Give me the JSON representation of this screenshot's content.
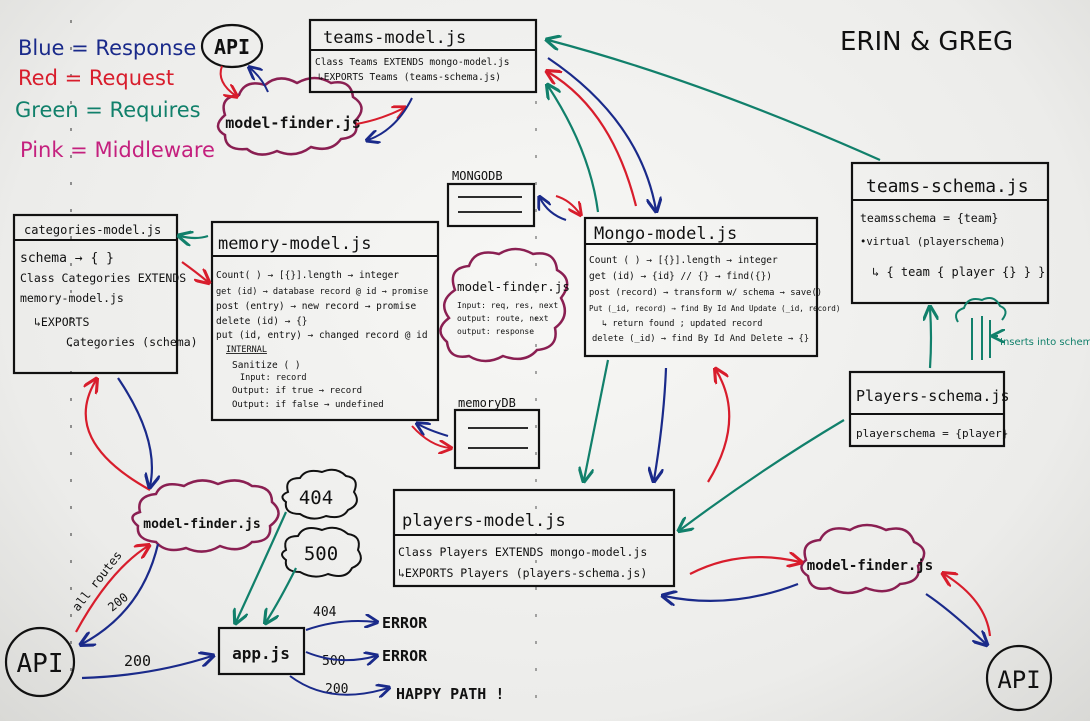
{
  "authors": "ERIN & GREG",
  "legend": {
    "blue": "Blue = Response",
    "red": "Red = Request",
    "green": "Green = Requires",
    "pink": "Pink = Middleware"
  },
  "colors": {
    "response": "#1a2a8a",
    "request": "#d81d2c",
    "requires": "#11806b",
    "middleware": "#8a1f52",
    "ink": "#111111"
  },
  "api_top": "API",
  "api_left": "API",
  "api_right": "API",
  "model_finder_top": "model-finder.js",
  "teams_model": {
    "title": "teams-model.js",
    "line1": "Class Teams EXTENDS mongo-model.js",
    "line2": "↳EXPORTS Teams (teams-schema.js)"
  },
  "mongodb_label": "MONGODB",
  "memorydb_label": "memoryDB",
  "categories_model": {
    "title": "categories-model.js",
    "line1": "schema → { }",
    "line2": "Class Categories EXTENDS",
    "line3": "memory-model.js",
    "line4": "↳EXPORTS",
    "line5": "Categories (schema)"
  },
  "memory_model": {
    "title": "memory-model.js",
    "count": "Count( ) → [{}].length → integer",
    "get": "get (id) → database record @ id → promise",
    "post": "post (entry) → new record → promise",
    "delete": "delete (id) → {}",
    "put": "put (id, entry) → changed record @ id",
    "internal": "INTERNAL",
    "sanitize": "Sanitize ( )",
    "input": "Input: record",
    "output_true": "Output: if true → record",
    "output_false": "Output: if false → undefined"
  },
  "model_finder_center": {
    "title": "model-finder.js",
    "line1": "Input: req, res, next",
    "line2": "output: route, next",
    "line3": "output: response"
  },
  "mongo_model": {
    "title": "Mongo-model.js",
    "count": "Count ( ) → [{}].length → integer",
    "get": "get (id) → {id} // {} → find({})",
    "post": "post (record) → transform w/ schema → save()",
    "put": "Put (_id, record) → find By Id And Update (_id, record)",
    "returns": "↳ return found ; updated record",
    "delete": "delete (_id) → find By Id And Delete → {}"
  },
  "teams_schema": {
    "title": "teams-schema.js",
    "line1": "teamsschema = {team}",
    "line2": "•virtual (playerschema)",
    "line3": "↳ { team { player {} } }"
  },
  "inserts_note": "Inserts into schema",
  "players_schema": {
    "title": "Players-schema.js",
    "line1": "playerschema = {player}"
  },
  "players_model": {
    "title": "players-model.js",
    "line1": "Class Players EXTENDS mongo-model.js",
    "line2": "↳EXPORTS Players (players-schema.js)"
  },
  "model_finder_left": "model-finder.js",
  "model_finder_right": "model-finder.js",
  "err_404": "404",
  "err_500": "500",
  "all_routes": "all routes",
  "code_200_diag": "200",
  "code_200_api": "200",
  "app_js": "app.js",
  "out_404": "404",
  "out_404_label": "ERROR",
  "out_500": "500",
  "out_500_label": "ERROR",
  "out_200": "200",
  "out_200_label": "HAPPY PATH !"
}
